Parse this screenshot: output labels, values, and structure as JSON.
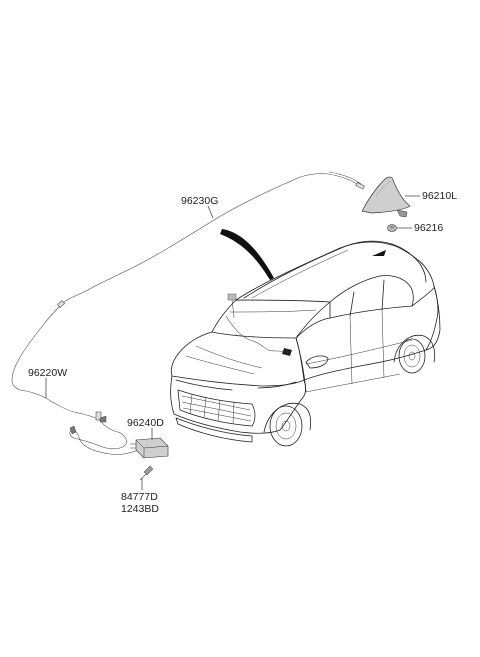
{
  "labels": {
    "cable_main": "96230G",
    "shark_antenna": "96210L",
    "antenna_nut": "96216",
    "cable_front": "96220W",
    "module": "96240D",
    "bolt_1": "84777D",
    "bolt_2": "1243BD"
  },
  "colors": {
    "line": "#333333",
    "part_fill": "#cfcfcf",
    "background": "#ffffff"
  }
}
